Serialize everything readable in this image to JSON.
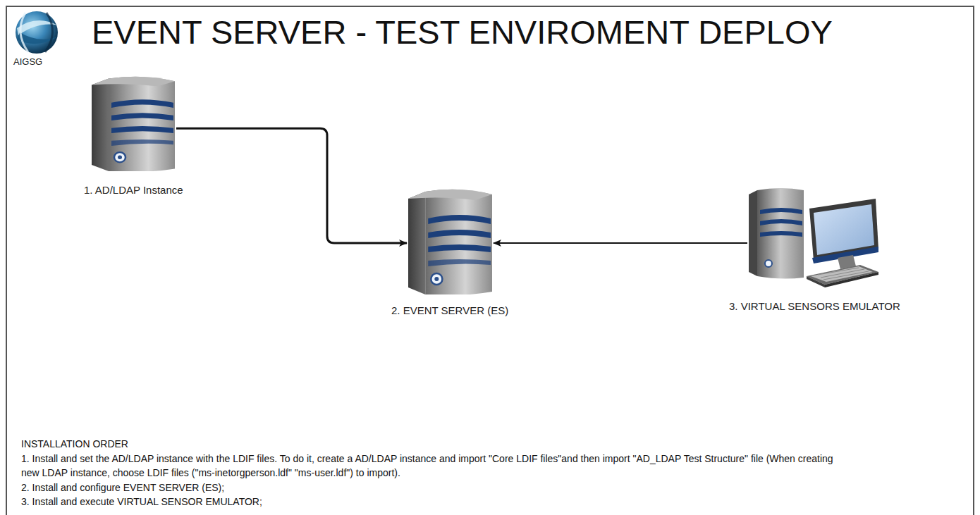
{
  "diagram": {
    "title": "EVENT SERVER - TEST ENVIROMENT DEPLOY",
    "nodes": [
      {
        "text": [
          "1. AD/LDAP Instance"
        ]
      },
      {
        "text": [
          "2. EVENT SERVER (ES)"
        ]
      },
      {
        "text": [
          "3. VIRTUAL SENSORS EMULATOR"
        ]
      }
    ],
    "edges": [
      {
        "from": 0,
        "to": 1,
        "arrow": "to"
      },
      {
        "from": 2,
        "to": 1,
        "arrow": "to"
      }
    ],
    "labels": [
      "AIGSG",
      "INSTALLATION ORDER",
      "1. Install and set the AD/LDAP instance with the LDIF files. To do it, create a AD/LDAP instance and import \"Core LDIF files\"and then import \"AD_LDAP Test Structure\" file (When creating new LDAP instance, choose LDIF files (\"ms-inetorgperson.ldf\" \"ms-user.ldf\") to import).",
      "2. Install and configure EVENT SERVER (ES);",
      "3. Install and execute VIRTUAL SENSOR EMULATOR;"
    ]
  }
}
